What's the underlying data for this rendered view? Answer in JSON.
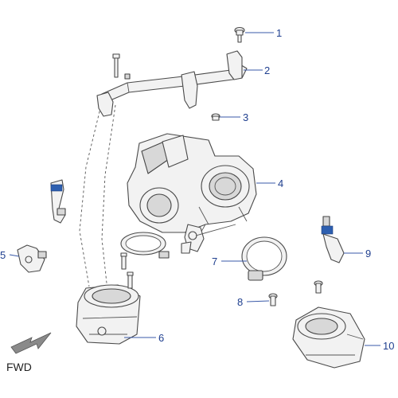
{
  "callouts": [
    "1",
    "2",
    "3",
    "4",
    "5",
    "6",
    "7",
    "8",
    "9",
    "10"
  ],
  "fwd_label": "FWD",
  "colors": {
    "callout_text": "#1f3f8f",
    "leader_line": "#3a5aa8",
    "connector_blue": "#2d5fb0",
    "arrow_fill": "#8a8a8a"
  }
}
